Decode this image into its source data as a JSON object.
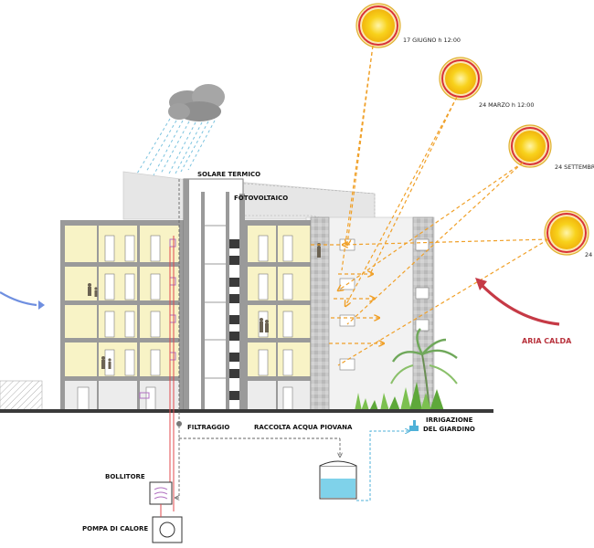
{
  "suns": [
    {
      "date_label": "17 GIUGNO h 12:00"
    },
    {
      "date_label": "24 MARZO h 12:00"
    },
    {
      "date_label": "24 SETTEMBRE"
    },
    {
      "date_label": "24"
    }
  ],
  "labels": {
    "solare_termico": "SOLARE TERMICO",
    "fotovoltaico": "FOTOVOLTAICO",
    "filtraggio": "FILTRAGGIO",
    "raccolta_acqua": "RACCOLTA ACQUA PIOVANA",
    "irrigazione_line1": "IRRIGAZIONE",
    "irrigazione_line2": "DEL GIARDINO",
    "bollitore": "BOLLITORE",
    "pompa_di_calore": "POMPA DI CALORE",
    "aria_calda": "ARIA CALDA"
  },
  "colors": {
    "sun_core": "#f6cf1b",
    "sun_ring": "#d8323a",
    "solar_ray": "#f0a028",
    "warm_air": "#c63a46",
    "cool_air": "#6f8fe0",
    "interior": "#f8f3c6",
    "rain": "#7bc3df",
    "water": "#7fd2ea",
    "hot_pipe": "#e0484e",
    "cold_pipe": "#4fb1d8",
    "plants": "#7cc050",
    "structure": "#9a9a9a"
  },
  "icons": [
    "sun-icon",
    "cloud-icon",
    "rain-icon",
    "tree-icon",
    "water-tank-icon",
    "faucet-icon",
    "boiler-icon",
    "heat-pump-icon",
    "person-icon"
  ]
}
